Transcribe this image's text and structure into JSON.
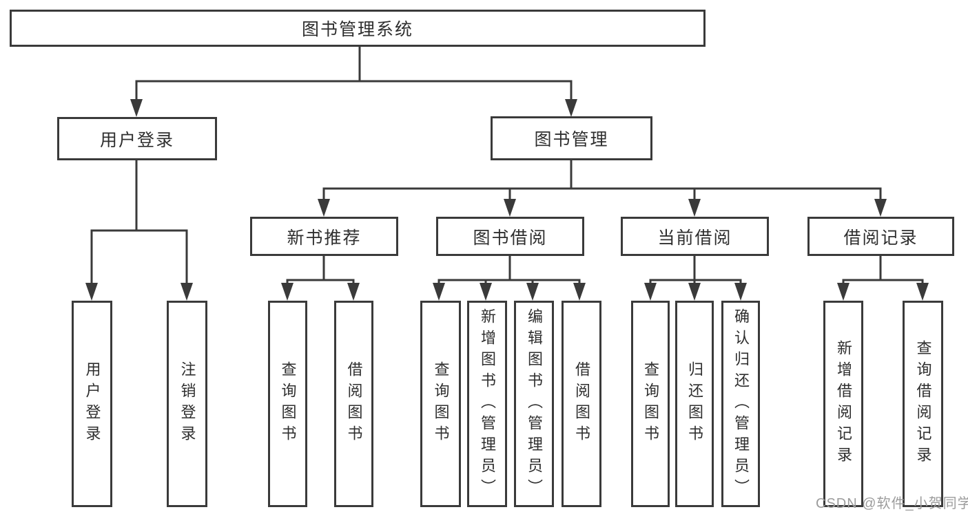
{
  "diagram_title": "图书管理系统",
  "tree": {
    "root": {
      "label": "图书管理系统",
      "children": [
        {
          "label": "用户登录",
          "children": [
            {
              "label": "用户登录"
            },
            {
              "label": "注销登录"
            }
          ]
        },
        {
          "label": "图书管理",
          "children": [
            {
              "label": "新书推荐",
              "children": [
                {
                  "label": "查询图书"
                },
                {
                  "label": "借阅图书"
                }
              ]
            },
            {
              "label": "图书借阅",
              "children": [
                {
                  "label": "查询图书"
                },
                {
                  "label": "新增图书（管理员）"
                },
                {
                  "label": "编辑图书（管理员）"
                },
                {
                  "label": "借阅图书"
                }
              ]
            },
            {
              "label": "当前借阅",
              "children": [
                {
                  "label": "查询图书"
                },
                {
                  "label": "归还图书"
                },
                {
                  "label": "确认归还（管理员）"
                }
              ]
            },
            {
              "label": "借阅记录",
              "children": [
                {
                  "label": "新增借阅记录"
                },
                {
                  "label": "查询借阅记录"
                }
              ]
            }
          ]
        }
      ]
    }
  },
  "watermark": {
    "text": "CSDN @软件_小贺同学"
  },
  "colors": {
    "line": "#3a3a3a",
    "text": "#2e2e2e",
    "watermark": "#9c9c9c",
    "background": "#ffffff"
  }
}
